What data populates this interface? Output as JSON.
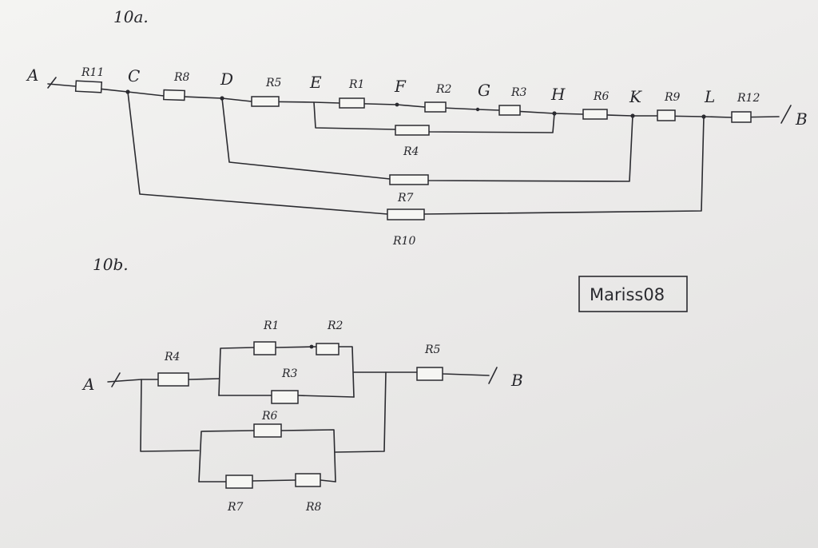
{
  "titles": {
    "a": "10a.",
    "b": "10b."
  },
  "signature": "Mariss08",
  "circuit_a": {
    "nodes": {
      "A": "A",
      "C": "C",
      "D": "D",
      "E": "E",
      "F": "F",
      "G": "G",
      "H": "H",
      "K": "K",
      "L": "L",
      "B": "B"
    },
    "resistors": {
      "r11": "R11",
      "r8": "R8",
      "r5": "R5",
      "r1": "R1",
      "r2": "R2",
      "r3": "R3",
      "r6": "R6",
      "r9": "R9",
      "r12": "R12",
      "r4": "R4",
      "r7": "R7",
      "r10": "R10"
    }
  },
  "circuit_b": {
    "nodes": {
      "A": "A",
      "B": "B"
    },
    "resistors": {
      "r4": "R4",
      "r1": "R1",
      "r2": "R2",
      "r3": "R3",
      "r5": "R5",
      "r6": "R6",
      "r7": "R7",
      "r8": "R8"
    }
  }
}
